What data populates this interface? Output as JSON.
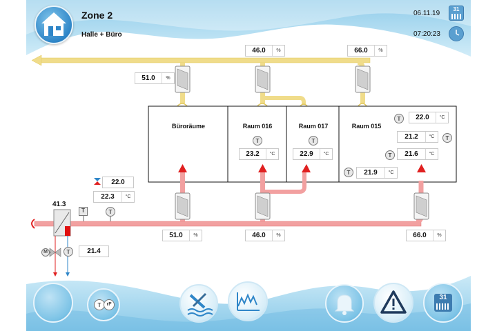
{
  "header": {
    "zone_title": "Zone 2",
    "zone_subtitle": "Halle + Büro",
    "date": "06.11.19",
    "time": "07:20:23",
    "calendar_day": "31"
  },
  "supply_air": {
    "damper_values": [
      "51.0",
      "46.0",
      "66.0"
    ],
    "unit": "%"
  },
  "return_air": {
    "damper_values": [
      "51.0",
      "46.0",
      "66.0"
    ],
    "unit": "%"
  },
  "rooms": [
    {
      "name": "Büroräume"
    },
    {
      "name": "Raum 016",
      "temp": "23.2",
      "unit": "°C"
    },
    {
      "name": "Raum 017",
      "temp": "22.9",
      "unit": "°C"
    },
    {
      "name": "Raum 015",
      "temps": [
        "22.0",
        "21.2",
        "21.6",
        "21.9"
      ],
      "unit": "°C"
    }
  ],
  "heater": {
    "outlet_temp": "41.3",
    "setpoint": "22.0",
    "supply_temp": "22.3",
    "supply_temp_unit": "°C",
    "return_temp": "21.4",
    "valve_label": "M",
    "sensor_label": "T",
    "rf_label": "rF"
  },
  "colors": {
    "supply": "#f0dc8a",
    "return": "#f2a0a0",
    "accent_blue": "#2f86c8",
    "wave_blue": "#a8d7ee"
  },
  "icons": {
    "home": "home-icon",
    "calendar": "calendar-icon",
    "clock": "clock-icon",
    "service": "wrench-screwdriver-icon",
    "trend": "trend-chart-icon",
    "alarm_bell": "bell-icon",
    "warning": "warning-icon",
    "schedule": "calendar-icon"
  }
}
